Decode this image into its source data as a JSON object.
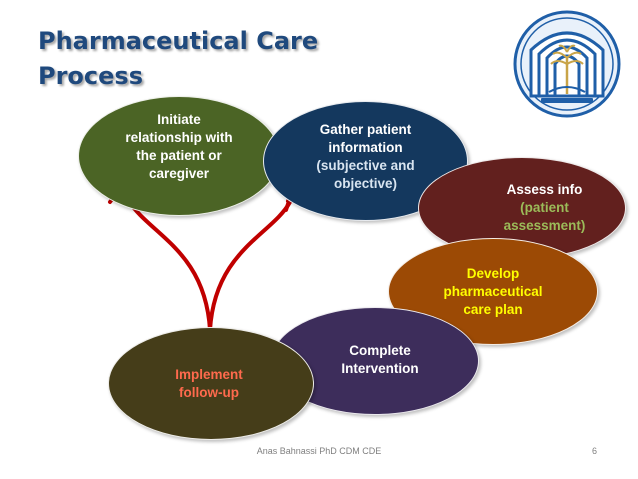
{
  "title": {
    "line1": "Pharmaceutical Care",
    "line2": "Process"
  },
  "logo": {
    "name": "university-crest-icon",
    "colors": {
      "blue": "#1f5fa8",
      "gold": "#c8a448"
    }
  },
  "steps": [
    {
      "id": "initiate",
      "lines": [
        "Initiate",
        "relationship with",
        "the patient or",
        "caregiver"
      ],
      "color": "#4b6425"
    },
    {
      "id": "gather",
      "lines": [
        "Gather patient",
        "information",
        "(subjective and",
        "objective)"
      ],
      "color": "#14385e"
    },
    {
      "id": "assess",
      "lines": [
        "Assess info",
        "(patient",
        "assessment)"
      ],
      "color": "#62201e"
    },
    {
      "id": "develop",
      "lines": [
        "Develop",
        "pharmaceutical",
        "care plan"
      ],
      "color": "#9c4a05"
    },
    {
      "id": "complete",
      "lines": [
        "Complete",
        "Intervention"
      ],
      "color": "#3d2d5b"
    },
    {
      "id": "implement",
      "lines": [
        "Implement",
        "follow-up"
      ],
      "color": "#453d19"
    }
  ],
  "arrow_color": "#c00000",
  "footer": {
    "author": "Anas Bahnassi PhD CDM CDE",
    "page": "6"
  }
}
